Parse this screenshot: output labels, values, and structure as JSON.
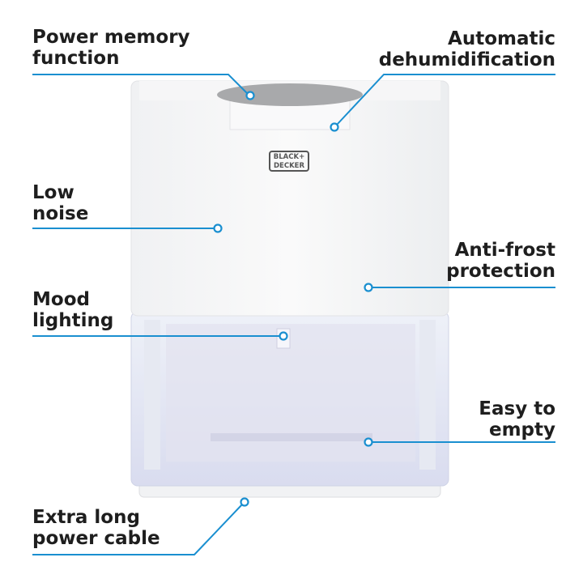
{
  "brand_logo": "BLACK+DECKER",
  "callouts": [
    {
      "id": "power-memory",
      "text": "Power memory\nfunction",
      "side": "left"
    },
    {
      "id": "automatic-dehumidification",
      "text": "Automatic\ndehumidification",
      "side": "right"
    },
    {
      "id": "low-noise",
      "text": "Low\nnoise",
      "side": "left"
    },
    {
      "id": "anti-frost",
      "text": "Anti-frost\nprotection",
      "side": "right"
    },
    {
      "id": "mood-lighting",
      "text": "Mood\nlighting",
      "side": "left"
    },
    {
      "id": "easy-to-empty",
      "text": "Easy to\nempty",
      "side": "right"
    },
    {
      "id": "power-cable",
      "text": "Extra long\npower cable",
      "side": "left"
    }
  ],
  "colors": {
    "accent": "#1a8fd0",
    "text": "#1e1e1e"
  }
}
